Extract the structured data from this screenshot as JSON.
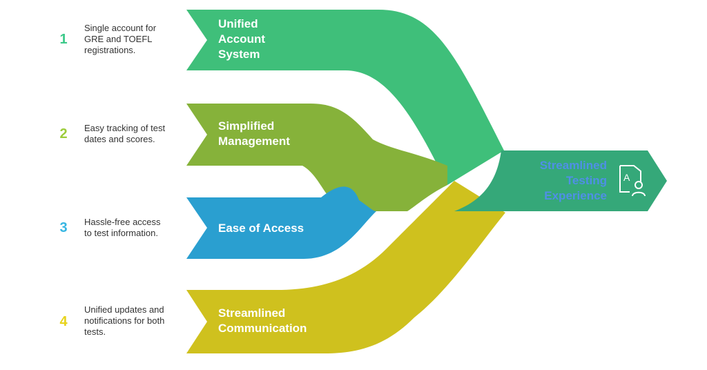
{
  "colors": {
    "step1": "#3fbf7a",
    "step2": "#86b23a",
    "step3": "#2a9fd0",
    "step4": "#cfc11e",
    "result": "#35a879",
    "result_text": "#4f8fe6",
    "num1": "#3cc98a",
    "num2": "#9ccc3b",
    "num3": "#36b6e2",
    "num4": "#e7d31b"
  },
  "steps": [
    {
      "number": "1",
      "title": "Unified\nAccount\nSystem",
      "description": "Single account for\nGRE and TOEFL\nregistrations."
    },
    {
      "number": "2",
      "title": "Simplified\nManagement",
      "description": "Easy tracking of test\ndates and scores."
    },
    {
      "number": "3",
      "title": "Ease of Access",
      "description": "Hassle-free access\nto test information."
    },
    {
      "number": "4",
      "title": "Streamlined\nCommunication",
      "description": "Unified updates and\nnotifications for both\ntests."
    }
  ],
  "result": {
    "title": "Streamlined\nTesting\nExperience",
    "icon": "test-user-icon",
    "icon_letter": "A"
  }
}
